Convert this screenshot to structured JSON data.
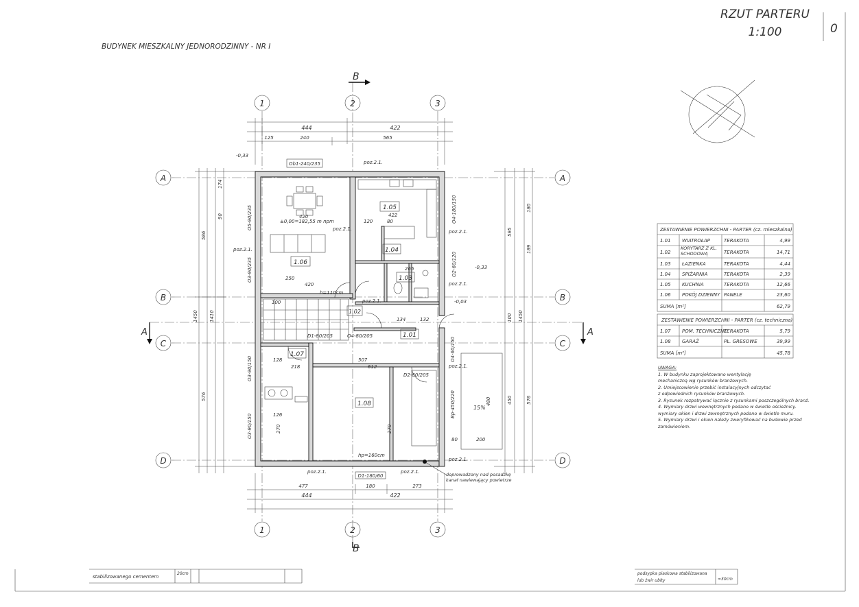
{
  "sheet": {
    "title": "RZUT PARTERU",
    "scale": "1:100",
    "sheet_number": "0",
    "building": "BUDYNEK MIESZKALNY JEDNORODZINNY - NR I"
  },
  "section_markers": {
    "b": "B",
    "a": "A"
  },
  "axes": {
    "columns": [
      "1",
      "2",
      "3"
    ],
    "rows": [
      "A",
      "B",
      "C",
      "D"
    ]
  },
  "dimensions": {
    "top": [
      "444",
      "422",
      "125",
      "240",
      "565"
    ],
    "bottom": [
      "477",
      "180",
      "273",
      "444",
      "422"
    ],
    "left": [
      "586",
      "174",
      "90",
      "576",
      "1450",
      "1410"
    ],
    "right": [
      "595",
      "180",
      "189",
      "100",
      "450",
      "576",
      "1450"
    ],
    "interior": [
      "420",
      "250",
      "128",
      "218",
      "507",
      "612",
      "266",
      "80",
      "120",
      "134",
      "132",
      "270",
      "126",
      "200",
      "80",
      "480",
      "100",
      "422"
    ]
  },
  "rooms": [
    {
      "no": "1.01"
    },
    {
      "no": "1.02"
    },
    {
      "no": "1.03"
    },
    {
      "no": "1.04"
    },
    {
      "no": "1.05"
    },
    {
      "no": "1.06"
    },
    {
      "no": "1.07"
    },
    {
      "no": "1.08"
    }
  ],
  "plan_labels": {
    "window_top": "Ob1-240/235",
    "pos21": "poz.2.1.",
    "level": "±0,00=182,55 m npm",
    "height": "h=110cm",
    "hp": "hp=160cm",
    "d1": "D1-180/60",
    "d2": "D2-80/205",
    "door_ext": "D1-80/205",
    "ok_left1": "O5-90/235",
    "ok_left2": "O3-90/235",
    "ok_left3": "O3-90/150",
    "ok_left4": "O3-90/150",
    "ok_right1": "O4-180/150",
    "ok_right2": "O2-60/120",
    "ok_right3": "O4-60/150",
    "ok_right4": "Bp-450/220",
    "ok_k": "O4-80/205",
    "slope": "15%",
    "level_033": "-0,33",
    "level_003": "-0,03",
    "vent_note": "doprowadzony nad posadzkę kanał nawiewający powietrze",
    "bottom_left_note1": "stabilizowanego cementem",
    "bottom_left_note2": "20cm",
    "bottom_right_note1": "podsypka piaskowa stabilizowana",
    "bottom_right_note2": "lub żwir ubity",
    "bottom_right_note3": "≈30cm"
  },
  "table1": {
    "header": "ZESTAWIENIE POWIERZCHNI - PARTER (cz. mieszkalna)",
    "rows": [
      [
        "1.01",
        "WIATROŁAP",
        "TERAKOTA",
        "4,99"
      ],
      [
        "1.02",
        "KORYTARZ Z KL. SCHODOWĄ",
        "TERAKOTA",
        "14,71"
      ],
      [
        "1.03",
        "ŁAZIENKA",
        "TERAKOTA",
        "4,44"
      ],
      [
        "1.04",
        "SPIŻARNIA",
        "TERAKOTA",
        "2,39"
      ],
      [
        "1.05",
        "KUCHNIA",
        "TERAKOTA",
        "12,66"
      ],
      [
        "1.06",
        "POKÓJ DZIENNY",
        "PANELE",
        "23,60"
      ]
    ],
    "sum_label": "SUMA [m²]",
    "sum_value": "62,79"
  },
  "table2": {
    "header": "ZESTAWIENIE POWIERZCHNI - PARTER (cz. techniczna)",
    "rows": [
      [
        "1.07",
        "POM. TECHNICZNE",
        "TERAKOTA",
        "5,79"
      ],
      [
        "1.08",
        "GARAŻ",
        "PŁ. GRESOWE",
        "39,99"
      ]
    ],
    "sum_label": "SUMA [m²]",
    "sum_value": "45,78"
  },
  "notes": {
    "title": "UWAGA:",
    "lines": [
      "1. W budynku zaprojektowano wentylację",
      "mechaniczną wg rysunków branżowych.",
      "2. Umiejscowienie przebić instalacyjnych odczytać",
      "z odpowiednich rysunków branżowych.",
      "3. Rysunek rozpatrywać łącznie z rysunkami poszczególnych branż.",
      "4. Wymiary drzwi wewnętrznych podano w świetle ościeżnicy,",
      "wymiary okien i drzwi zewnętrznych podano w świetle muru.",
      "5. Wymiary drzwi i okien należy zweryfikować na budowie przed",
      "zamówieniem."
    ]
  }
}
